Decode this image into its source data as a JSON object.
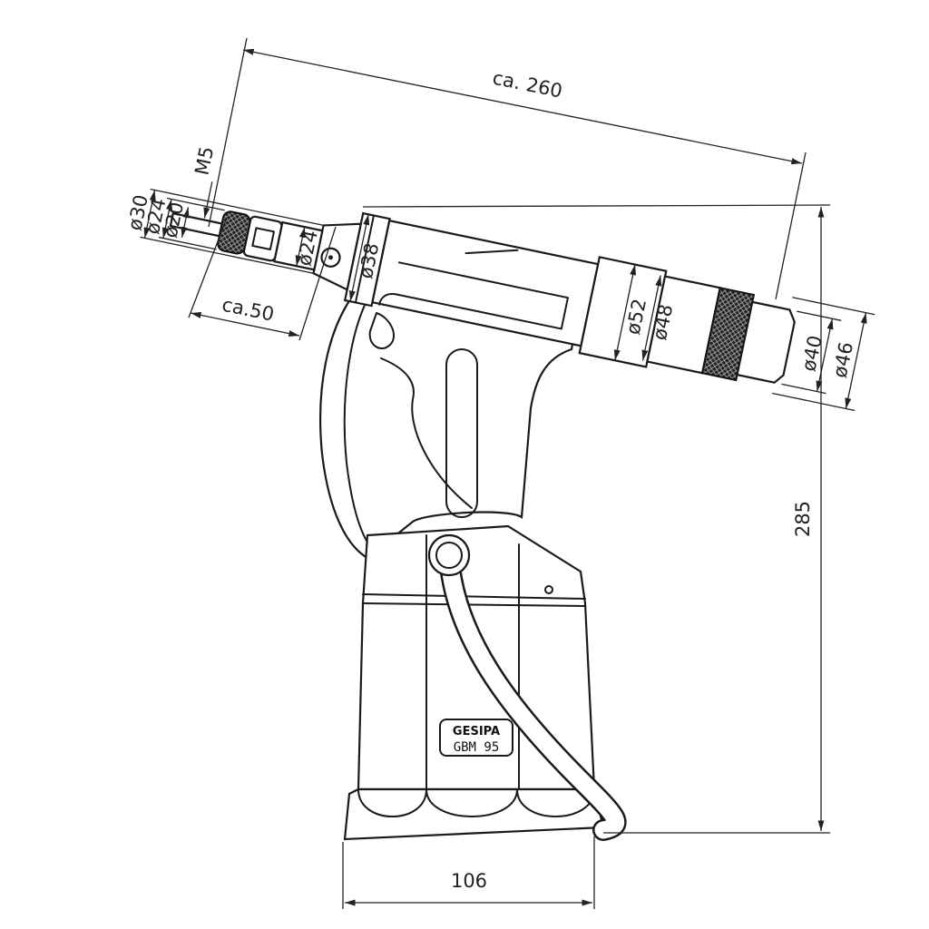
{
  "drawing": {
    "product_logo": "GESIPA",
    "model": "GBM 95",
    "dimensions": {
      "overall_length": "ca. 260",
      "nose_length": "ca.50",
      "height": "285",
      "base_width": "106",
      "thread": "M5",
      "nose_d30": "ø30",
      "nose_d24": "ø24",
      "nose_d20": "ø20",
      "nut_d24": "ø24",
      "front_d38": "ø38",
      "rear_d52": "ø52",
      "rear_d48": "ø48",
      "cap_d40": "ø40",
      "cap_d46": "ø46"
    }
  }
}
